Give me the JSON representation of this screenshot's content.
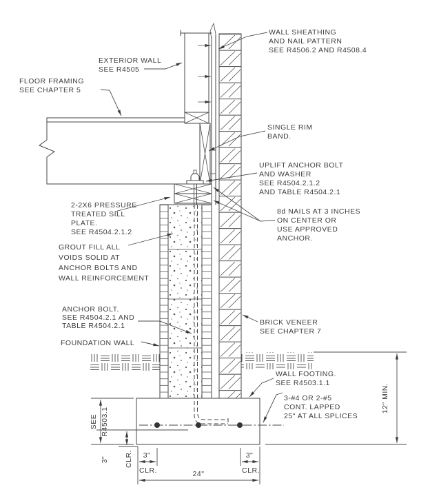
{
  "callouts": {
    "wall_sheathing": {
      "lines": [
        "WALL SHEATHING",
        "AND NAIL PATTERN",
        "SEE R4506.2 AND R4508.4"
      ]
    },
    "exterior_wall": {
      "lines": [
        "EXTERIOR WALL",
        "SEE R4505"
      ]
    },
    "floor_framing": {
      "lines": [
        "FLOOR FRAMING",
        "SEE CHAPTER 5"
      ]
    },
    "single_rim_band": {
      "lines": [
        "SINGLE RIM",
        "BAND."
      ]
    },
    "uplift_anchor": {
      "lines": [
        "UPLIFT ANCHOR BOLT",
        "AND WASHER",
        "SEE R4504.2.1.2",
        "AND TABLE R4504.2.1"
      ]
    },
    "sill_plate": {
      "lines": [
        "2-2X6 PRESSURE",
        "TREATED SILL",
        "PLATE.",
        "SEE R4504.2.1.2"
      ]
    },
    "nails_8d": {
      "lines": [
        "8d NAILS AT 3 INCHES",
        "ON CENTER OR",
        "USE APPROVED",
        "ANCHOR."
      ]
    },
    "grout_fill": {
      "lines": [
        "GROUT FILL ALL",
        "VOIDS SOLID AT",
        "ANCHOR BOLTS AND",
        "WALL REINFORCEMENT"
      ]
    },
    "anchor_bolt": {
      "lines": [
        "ANCHOR BOLT.",
        "SEE R4504.2.1 AND",
        "TABLE R4504.2.1"
      ]
    },
    "foundation_wall": {
      "lines": [
        "FOUNDATION WALL"
      ]
    },
    "brick_veneer": {
      "lines": [
        "BRICK VENEER",
        "SEE CHAPTER 7"
      ]
    },
    "wall_footing": {
      "lines": [
        "WALL FOOTING.",
        "SEE R4503.1.1"
      ]
    },
    "footing_rebar": {
      "lines": [
        "3-#4 OR 2-#5",
        "CONT. LAPPED",
        "25\" AT ALL SPLICES"
      ]
    }
  },
  "dimensions": {
    "footing_depth": {
      "lines": [
        "SEE",
        "R4503.1"
      ]
    },
    "grade_to_footing_bottom": "12\" MIN.",
    "footing_width": "24\"",
    "cover_left": {
      "value": "3\"",
      "label": "CLR."
    },
    "cover_bottom_left": {
      "value": "3\"",
      "label": "CLR."
    },
    "cover_bottom_right": {
      "value": "3\"",
      "label": "CLR."
    }
  },
  "colors": {
    "line": "#464646",
    "text": "#3c3c3c",
    "background": "#ffffff"
  }
}
